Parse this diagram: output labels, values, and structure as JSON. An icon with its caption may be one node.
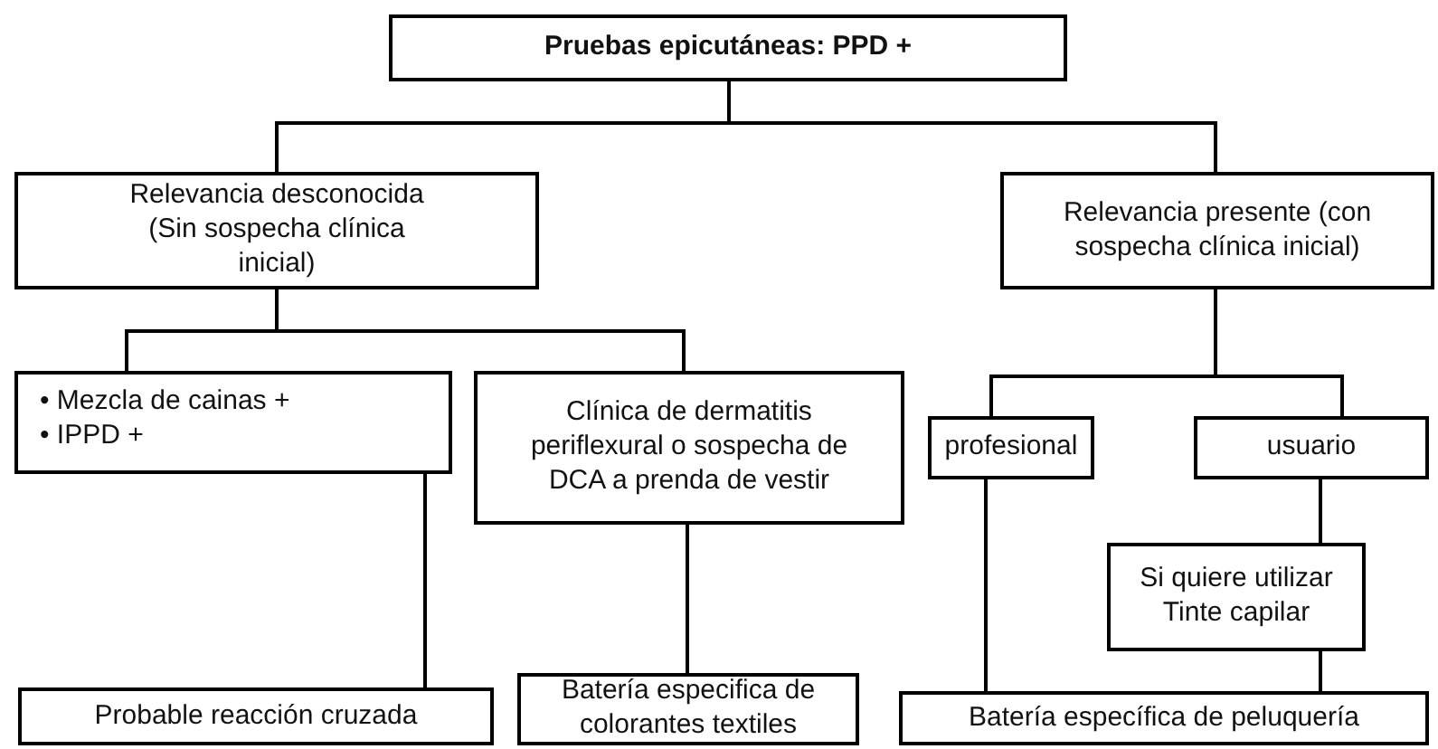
{
  "diagram": {
    "nodes": [
      {
        "text": [
          "Pruebas epicutáneas: PPD +"
        ]
      },
      {
        "text": [
          "Relevancia desconocida (Sin sospecha clínica inicial)"
        ]
      },
      {
        "text": [
          "Relevancia presente (con sospecha clínica inicial)"
        ]
      },
      {
        "text": [
          "• Mezcla de cainas +",
          "• IPPD +"
        ]
      },
      {
        "text": [
          "Clínica de dermatitis periflexural o sospecha de DCA a prenda de vestir"
        ]
      },
      {
        "text": [
          "profesional"
        ]
      },
      {
        "text": [
          "usuario"
        ]
      },
      {
        "text": [
          "Si quiere utilizar Tinte capilar"
        ]
      },
      {
        "text": [
          "Probable reacción cruzada"
        ]
      },
      {
        "text": [
          "Batería especifica de colorantes textiles"
        ]
      },
      {
        "text": [
          "Batería específica de peluquería"
        ]
      }
    ],
    "edges": [
      {
        "from": 0,
        "to": 1,
        "arrow": "none"
      },
      {
        "from": 0,
        "to": 2,
        "arrow": "none"
      },
      {
        "from": 1,
        "to": 3,
        "arrow": "none"
      },
      {
        "from": 1,
        "to": 4,
        "arrow": "none"
      },
      {
        "from": 2,
        "to": 5,
        "arrow": "none"
      },
      {
        "from": 2,
        "to": 6,
        "arrow": "none"
      },
      {
        "from": 3,
        "to": 8,
        "arrow": "none"
      },
      {
        "from": 4,
        "to": 9,
        "arrow": "none"
      },
      {
        "from": 5,
        "to": 10,
        "arrow": "none"
      },
      {
        "from": 6,
        "to": 7,
        "arrow": "none"
      },
      {
        "from": 7,
        "to": 10,
        "arrow": "none"
      }
    ]
  }
}
